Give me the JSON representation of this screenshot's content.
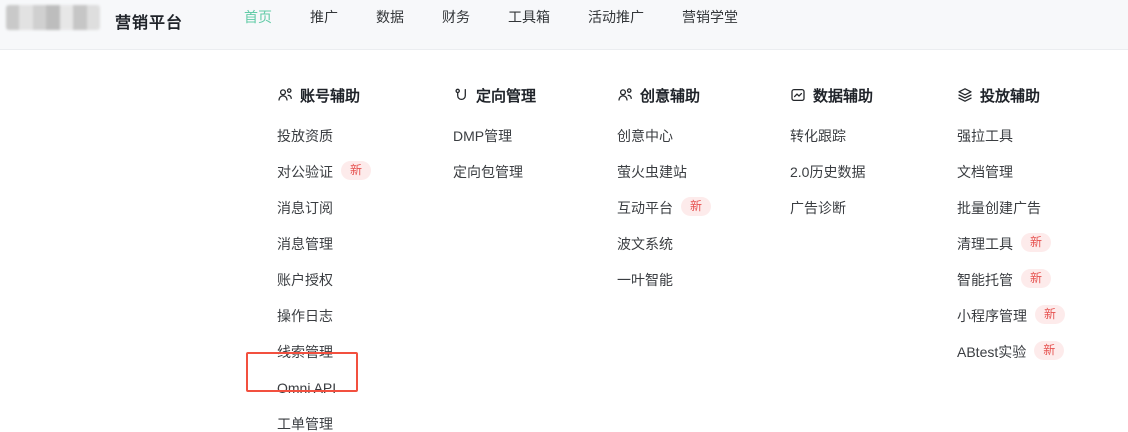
{
  "brand": {
    "title": "营销平台",
    "logo": "blurred-mosaic-logo"
  },
  "nav": {
    "active_color": "#62cba7",
    "items": [
      {
        "label": "首页",
        "active": true
      },
      {
        "label": "推广",
        "active": false
      },
      {
        "label": "数据",
        "active": false
      },
      {
        "label": "财务",
        "active": false
      },
      {
        "label": "工具箱",
        "active": false
      },
      {
        "label": "活动推广",
        "active": false
      },
      {
        "label": "营销学堂",
        "active": false
      }
    ]
  },
  "menu": {
    "columns": [
      {
        "title": "账号辅助",
        "icon": "users-icon",
        "items": [
          {
            "label": "投放资质"
          },
          {
            "label": "对公验证",
            "badge": "新"
          },
          {
            "label": "消息订阅"
          },
          {
            "label": "消息管理"
          },
          {
            "label": "账户授权"
          },
          {
            "label": "操作日志"
          },
          {
            "label": "线索管理"
          },
          {
            "label": "Omni API",
            "annotated": true
          },
          {
            "label": "工单管理"
          }
        ]
      },
      {
        "title": "定向管理",
        "icon": "route-icon",
        "items": [
          {
            "label": "DMP管理"
          },
          {
            "label": "定向包管理"
          }
        ]
      },
      {
        "title": "创意辅助",
        "icon": "users-icon",
        "items": [
          {
            "label": "创意中心"
          },
          {
            "label": "萤火虫建站"
          },
          {
            "label": "互动平台",
            "badge": "新"
          },
          {
            "label": "波文系统"
          },
          {
            "label": "一叶智能"
          }
        ]
      },
      {
        "title": "数据辅助",
        "icon": "chart-line-icon",
        "items": [
          {
            "label": "转化跟踪"
          },
          {
            "label": "2.0历史数据"
          },
          {
            "label": "广告诊断"
          }
        ]
      },
      {
        "title": "投放辅助",
        "icon": "layers-icon",
        "items": [
          {
            "label": "强拉工具"
          },
          {
            "label": "文档管理"
          },
          {
            "label": "批量创建广告"
          },
          {
            "label": "清理工具",
            "badge": "新"
          },
          {
            "label": "智能托管",
            "badge": "新"
          },
          {
            "label": "小程序管理",
            "badge": "新"
          },
          {
            "label": "ABtest实验",
            "badge": "新"
          }
        ]
      }
    ]
  },
  "annotation": {
    "highlight_target": "Omni API",
    "color": "#f2503f"
  },
  "colors": {
    "navbar_bg": "#f7f8fa",
    "badge_bg": "#fdebeb",
    "badge_text": "#e65250",
    "nav_active": "#62cba7"
  }
}
